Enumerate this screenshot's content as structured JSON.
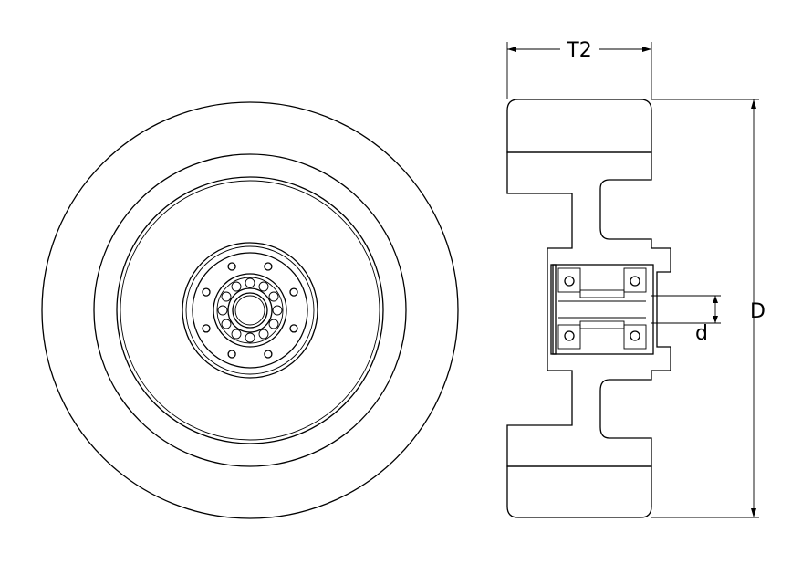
{
  "labels": {
    "width": "T2",
    "diameter": "D",
    "bore": "d"
  }
}
